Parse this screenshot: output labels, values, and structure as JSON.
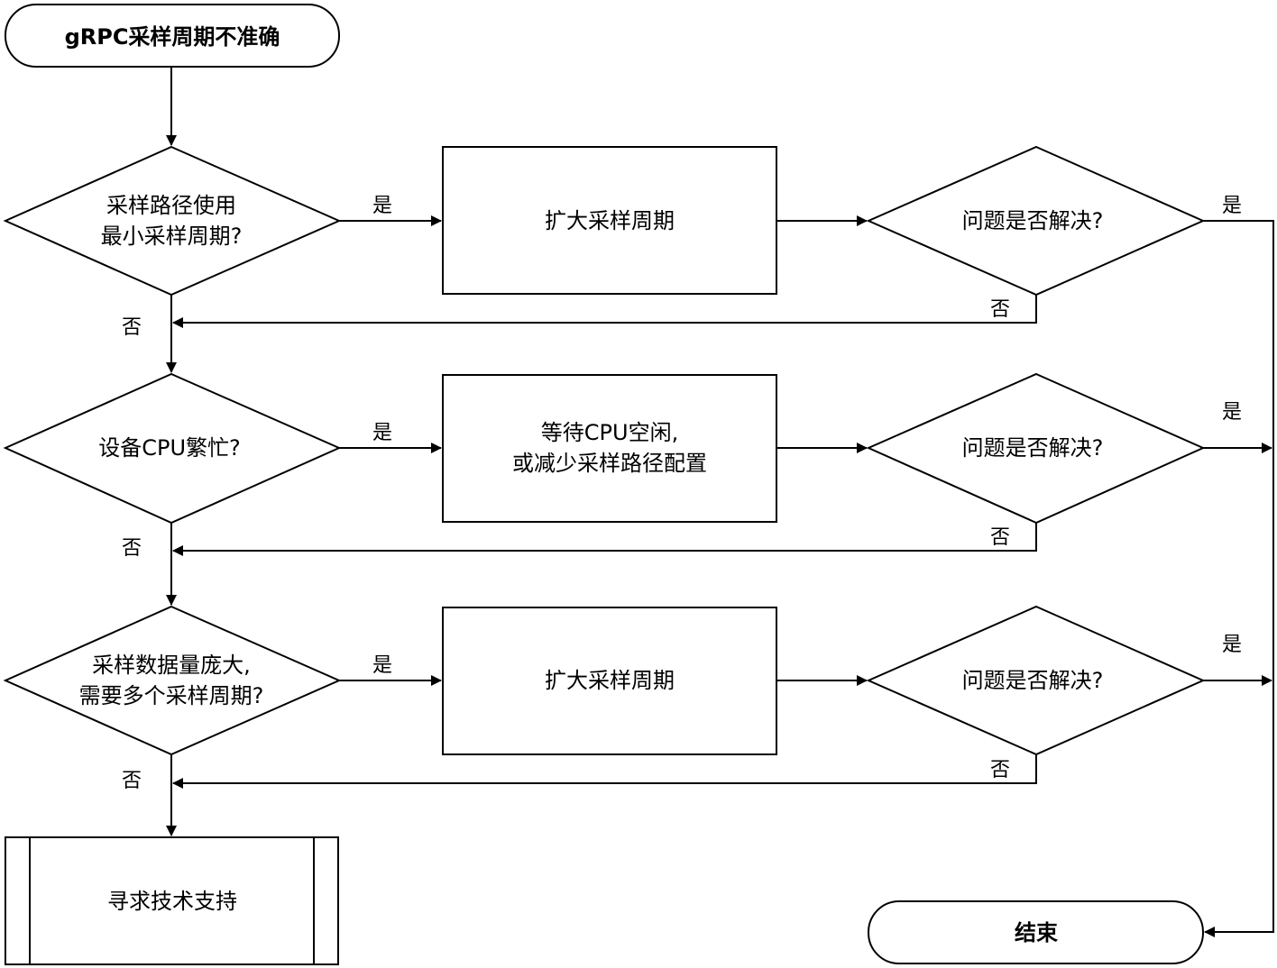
{
  "nodes": {
    "start": "gRPC采样周期不准确",
    "decision1": [
      "采样路径使用",
      "最小采样周期?"
    ],
    "action1": "扩大采样周期",
    "check1": "问题是否解决?",
    "decision2": "设备CPU繁忙?",
    "action2": [
      "等待CPU空闲,",
      "或减少采样路径配置"
    ],
    "check2": "问题是否解决?",
    "decision3": [
      "采样数据量庞大,",
      "需要多个采样周期?"
    ],
    "action3": "扩大采样周期",
    "check3": "问题是否解决?",
    "support": "寻求技术支持",
    "end": "结束"
  },
  "labels": {
    "yes": "是",
    "no": "否"
  }
}
